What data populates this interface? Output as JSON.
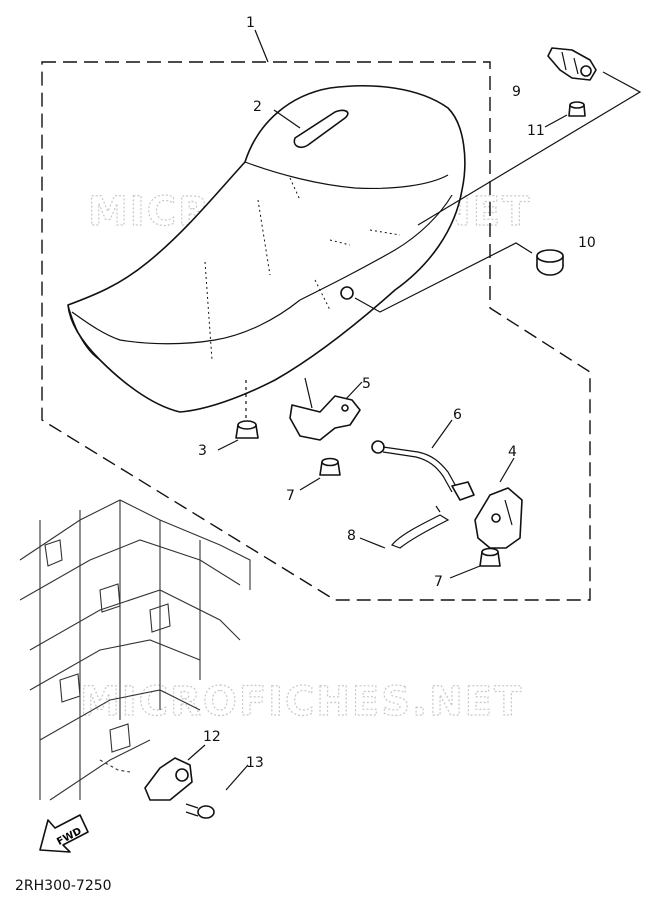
{
  "callouts": [
    "1",
    "2",
    "3",
    "4",
    "5",
    "6",
    "7",
    "8",
    "9",
    "10",
    "11",
    "12",
    "13",
    "7"
  ],
  "watermarks": [
    "MICROFICHES.NET",
    "MICROFICHES.NET"
  ],
  "fwd_label": "FWD",
  "diagram_code": "2RH300-7250"
}
